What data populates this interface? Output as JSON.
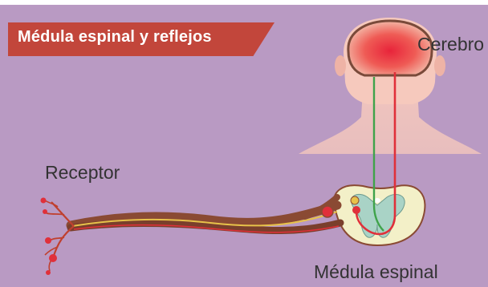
{
  "title": "Médula espinal y reflejos",
  "labels": {
    "brain": "Cerebro",
    "receptor": "Receptor",
    "spinal_cord": "Médula espinal"
  },
  "colors": {
    "panel_background": "#b99ac3",
    "banner": "#c2463b",
    "nerve": "#8a4a33",
    "motor_pathway": "#e0303a",
    "sensory_pathway": "#3fa34a",
    "spinal_white_matter": "#f3f0c8",
    "spinal_gray_matter": "#a9d3c6",
    "skin": "#f6c9bd",
    "brain_highlight": "#e8243a"
  },
  "icons": [
    "brain-icon",
    "head-icon",
    "spinal-cord-cross-section-icon",
    "receptor-icon",
    "nerve-icon"
  ]
}
